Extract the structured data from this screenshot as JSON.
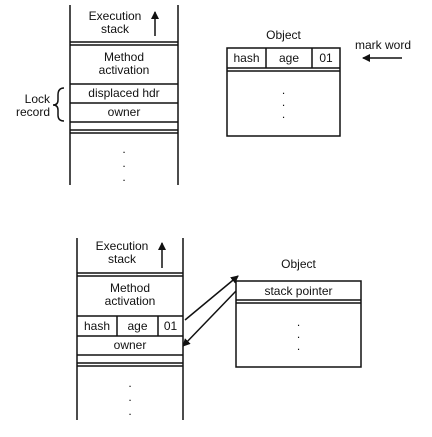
{
  "top": {
    "stack": {
      "title": "Execution\nstack",
      "method": "Method\nactivation",
      "displaced": "displaced hdr",
      "owner": "owner",
      "dots": ".\n.\n."
    },
    "lock_record_label": "Lock\nrecord",
    "object": {
      "title": "Object",
      "fields": [
        "hash",
        "age",
        "01"
      ],
      "dots": ".\n.\n.",
      "mark_word_label": "mark word"
    }
  },
  "bottom": {
    "stack": {
      "title": "Execution\nstack",
      "method": "Method\nactivation",
      "fields": [
        "hash",
        "age",
        "01"
      ],
      "owner": "owner",
      "dots": ".\n.\n."
    },
    "object": {
      "title": "Object",
      "pointer": "stack pointer",
      "dots": ".\n.\n."
    }
  }
}
